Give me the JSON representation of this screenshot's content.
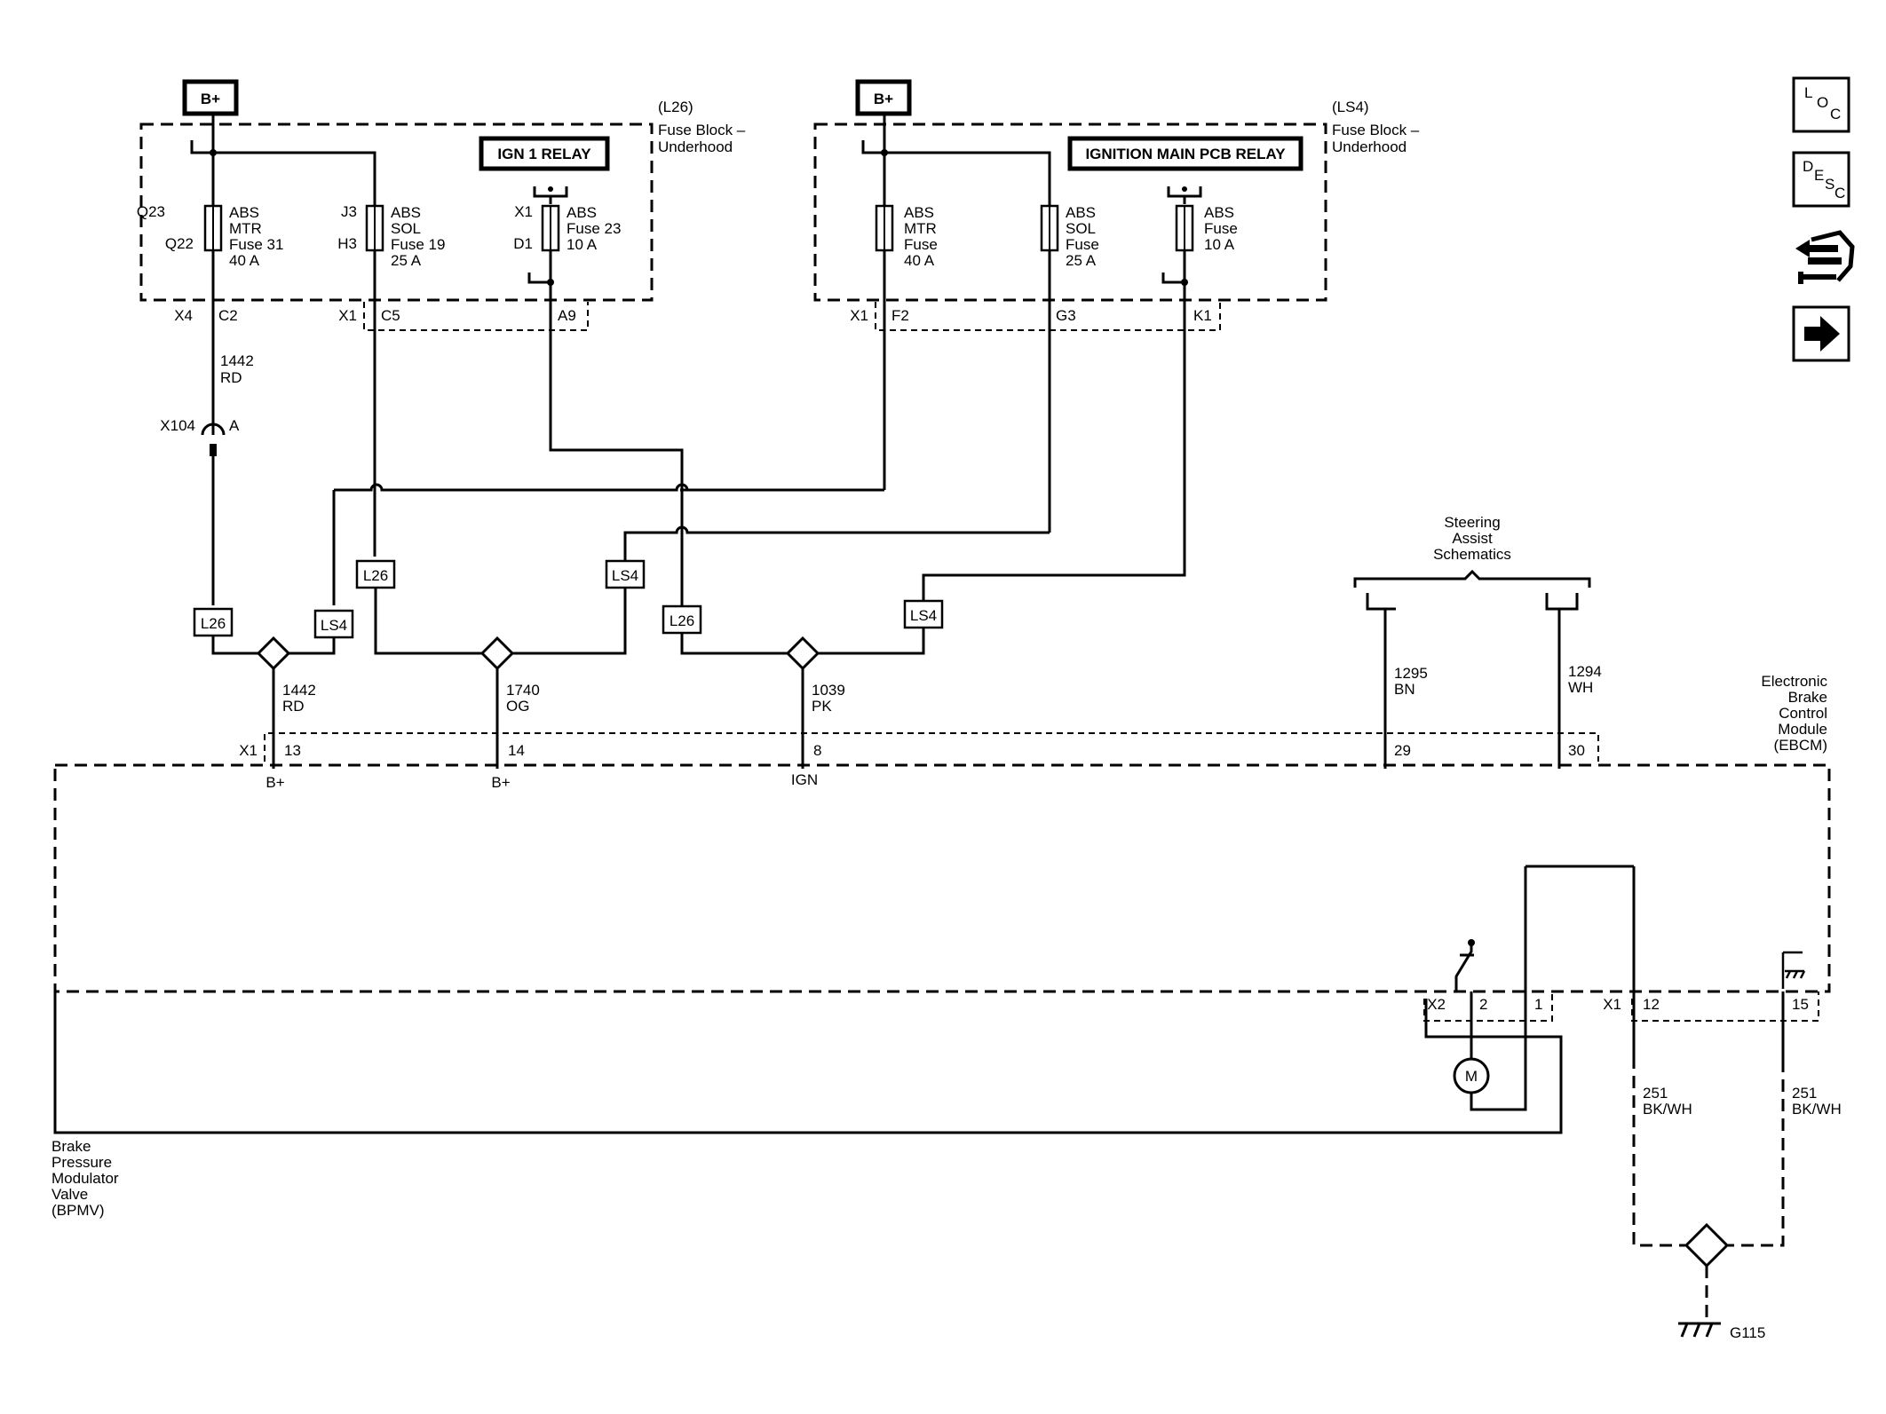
{
  "power": {
    "b_plus_left": "B+",
    "b_plus_right": "B+"
  },
  "fuse_block_l26": {
    "code": "(L26)",
    "title_line1": "Fuse Block –",
    "title_line2": "Underhood",
    "relay_label": "IGN 1 RELAY",
    "fuse_mtr": {
      "pin_top": "Q23",
      "pin_bottom": "Q22",
      "line1": "ABS",
      "line2": "MTR",
      "line3": "Fuse 31",
      "line4": "40 A"
    },
    "fuse_sol": {
      "pin_top": "J3",
      "pin_bottom": "H3",
      "line1": "ABS",
      "line2": "SOL",
      "line3": "Fuse 19",
      "line4": "25 A"
    },
    "fuse_ign": {
      "pin_top": "X1",
      "pin_bottom": "D1",
      "line1": "ABS",
      "line2": "Fuse 23",
      "line3": "10 A"
    },
    "conn_x4": "X4",
    "conn_c2": "C2",
    "conn_x1": "X1",
    "conn_c5": "C5",
    "conn_a9": "A9"
  },
  "fuse_block_ls4": {
    "code": "(LS4)",
    "title_line1": "Fuse Block –",
    "title_line2": "Underhood",
    "relay_label": "IGNITION MAIN PCB RELAY",
    "fuse_mtr": {
      "line1": "ABS",
      "line2": "MTR",
      "line3": "Fuse",
      "line4": "40 A"
    },
    "fuse_sol": {
      "line1": "ABS",
      "line2": "SOL",
      "line3": "Fuse",
      "line4": "25 A"
    },
    "fuse_ign": {
      "line1": "ABS",
      "line2": "Fuse",
      "line3": "10 A"
    },
    "conn_x1": "X1",
    "conn_f2": "F2",
    "conn_g3": "G3",
    "conn_k1": "K1"
  },
  "wires": {
    "w1442_top": {
      "num": "1442",
      "color": "RD"
    },
    "inline_conn": {
      "name": "X104",
      "pin": "A"
    },
    "w1442": {
      "num": "1442",
      "color": "RD"
    },
    "w1740": {
      "num": "1740",
      "color": "OG"
    },
    "w1039": {
      "num": "1039",
      "color": "PK"
    },
    "w1295": {
      "num": "1295",
      "color": "BN"
    },
    "w1294": {
      "num": "1294",
      "color": "WH"
    },
    "w251_a": {
      "num": "251",
      "color": "BK/WH"
    },
    "w251_b": {
      "num": "251",
      "color": "BK/WH"
    }
  },
  "option_tags": {
    "l26_a": "L26",
    "ls4_a": "LS4",
    "l26_b": "L26",
    "ls4_b": "LS4",
    "l26_c": "L26",
    "ls4_c": "LS4"
  },
  "steering": {
    "line1": "Steering",
    "line2": "Assist",
    "line3": "Schematics"
  },
  "ebcm": {
    "line1": "Electronic",
    "line2": "Brake",
    "line3": "Control",
    "line4": "Module",
    "line5": "(EBCM)",
    "conn_x1_top": "X1",
    "pin13": "13",
    "pin14": "14",
    "pin8": "8",
    "pin29": "29",
    "pin30": "30",
    "term_bplus_1": "B+",
    "term_bplus_2": "B+",
    "term_ign": "IGN",
    "conn_x2": "X2",
    "pin2": "2",
    "pin1": "1",
    "conn_x1_bottom": "X1",
    "pin12": "12",
    "pin15": "15"
  },
  "bpmv": {
    "line1": "Brake",
    "line2": "Pressure",
    "line3": "Modulator",
    "line4": "Valve",
    "line5": "(BPMV)",
    "motor": "M"
  },
  "ground": {
    "name": "G115"
  },
  "nav_buttons": {
    "loc": {
      "l1": "L",
      "l2": "O",
      "l3": "C"
    },
    "desc": {
      "l1": "D",
      "l2": "E",
      "l3": "S",
      "l4": "C"
    }
  }
}
